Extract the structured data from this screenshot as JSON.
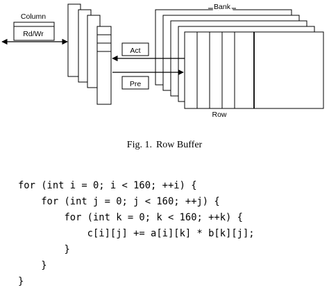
{
  "diagram": {
    "labels": {
      "column": "Column",
      "rd_wr": "Rd/Wr",
      "bank": "Bank",
      "act": "Act",
      "pre": "Pre",
      "row": "Row"
    }
  },
  "caption": {
    "label": "Fig. 1.",
    "text": "Row Buffer"
  },
  "code": {
    "lines": [
      "for (int i = 0; i < 160; ++i) {",
      "    for (int j = 0; j < 160; ++j) {",
      "        for (int k = 0; k < 160; ++k) {",
      "            c[i][j] += a[i][k] * b[k][j];",
      "        }",
      "    }",
      "}"
    ]
  }
}
